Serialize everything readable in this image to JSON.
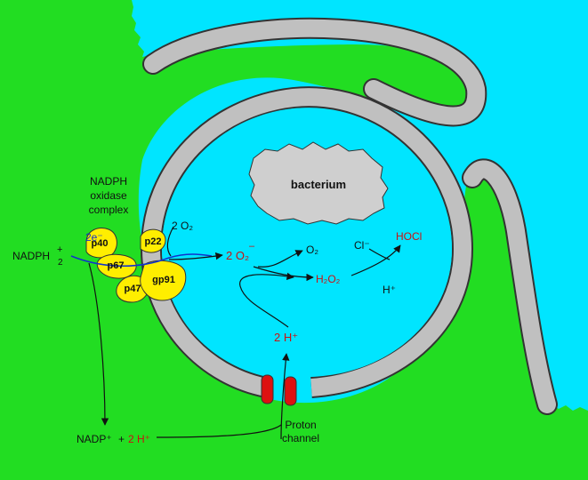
{
  "colors": {
    "cytoplasm": "#22dd22",
    "extracellular": "#00e5ff",
    "membrane": "#c0c0c0",
    "membrane_edge": "#333333",
    "bacterium": "#cfcfcf",
    "protein": "#ffee00",
    "red_label": "#cc1111",
    "blue_label": "#1133cc",
    "proton_channel": "#dd1111"
  },
  "labels": {
    "complex": [
      "NADPH",
      "oxidase",
      "complex"
    ],
    "bacterium": "bacterium",
    "nadph": "NADPH",
    "nadph_plus": "+",
    "nadph_sub": "2",
    "electrons": "2e⁻",
    "p40": "p40",
    "p22": "p22",
    "p67": "p67",
    "p47": "p47",
    "gp91": "gp91",
    "o2_in": "2 O₂",
    "superoxide": "2 O₂",
    "superoxide_charge": "–",
    "o2_out": "O₂",
    "h2o2": "H₂O₂",
    "chloride": "Cl⁻",
    "hocl": "HOCl",
    "hplus": "H⁺",
    "two_hplus_top": "2 H⁺",
    "nadp_plus": "NADP⁺",
    "plus_sign": "+",
    "two_hplus_bottom": "2 H⁺",
    "proton_channel": [
      "Proton",
      "channel"
    ]
  }
}
